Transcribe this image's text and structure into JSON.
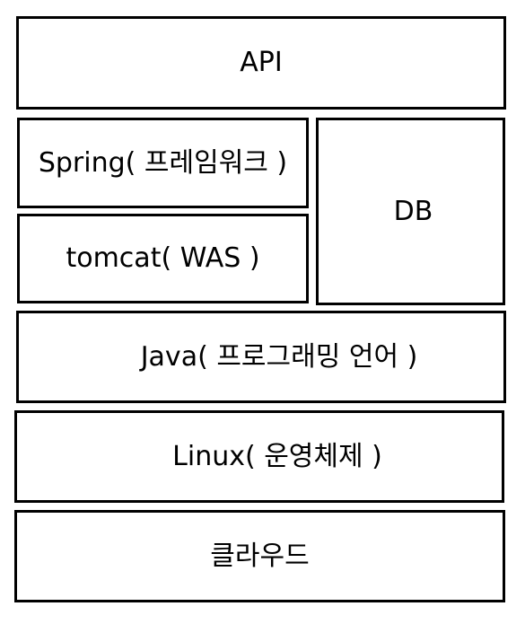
{
  "layers": {
    "api": "API",
    "spring": "Spring( 프레임워크 )",
    "tomcat": "tomcat( WAS )",
    "db": "DB",
    "java": "Java( 프로그래밍 언어 )",
    "linux": "Linux( 운영체제 )",
    "cloud": "클라우드"
  }
}
